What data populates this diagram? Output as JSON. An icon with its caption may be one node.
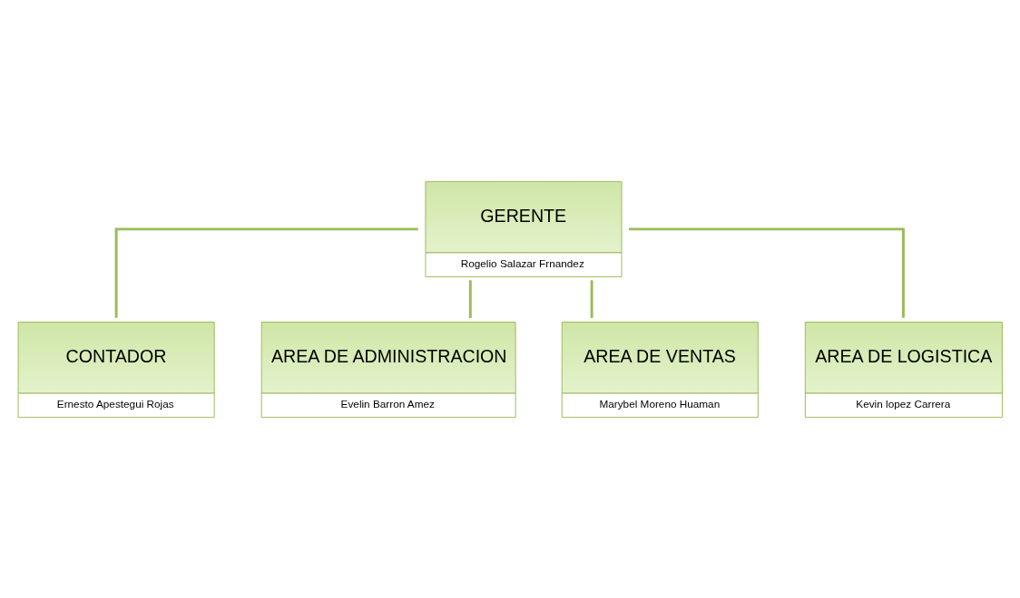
{
  "diagram": {
    "nodes": [
      {
        "text": [
          "GERENTE",
          "Rogelio Salazar Frnandez"
        ]
      },
      {
        "text": [
          "CONTADOR",
          "Ernesto Apestegui Rojas"
        ]
      },
      {
        "text": [
          "AREA DE ADMINISTRACION",
          "Evelin Barron Amez"
        ]
      },
      {
        "text": [
          "AREA DE VENTAS",
          "Marybel Moreno Huaman"
        ]
      },
      {
        "text": [
          "AREA DE LOGISTICA",
          "Kevin lopez Carrera"
        ]
      }
    ],
    "edges": [
      {
        "from": 0,
        "to": 1,
        "arrow": "none"
      },
      {
        "from": 0,
        "to": 2,
        "arrow": "none"
      },
      {
        "from": 0,
        "to": 3,
        "arrow": "none"
      },
      {
        "from": 0,
        "to": 4,
        "arrow": "none"
      }
    ]
  }
}
